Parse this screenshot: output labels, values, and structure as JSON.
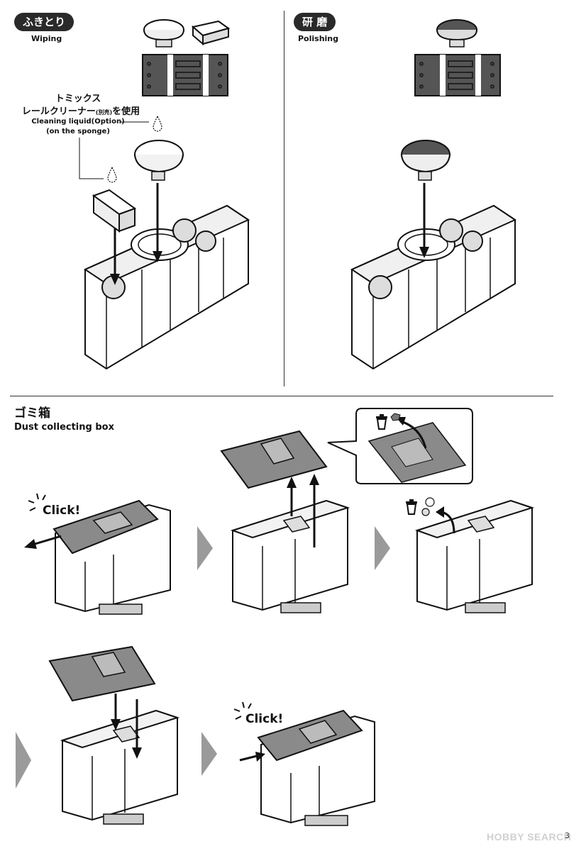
{
  "wiping": {
    "label_jp": "ふきとり",
    "label_en": "Wiping",
    "cleaner_jp_line1": "トミックス",
    "cleaner_jp_line2": "レールクリーナー",
    "cleaner_jp_small": "(別売)",
    "cleaner_jp_tail": "を使用",
    "liquid_en_line1": "Cleaning liquid(Option)",
    "liquid_en_line2": "(on the sponge)"
  },
  "polishing": {
    "label_jp": "研 磨",
    "label_en": "Polishing"
  },
  "dust_box": {
    "title_jp": "ゴミ箱",
    "title_en": "Dust collecting box",
    "click_1": "Click!",
    "click_2": "Click!"
  },
  "watermark": "HOBBY SEARCH",
  "page_number": "3",
  "colors": {
    "ink": "#111111",
    "pad_dark": "#555555",
    "roof_gray": "#8a8a8a",
    "car_body": "#ffffff",
    "arrow_gray": "#9a9a9a"
  }
}
